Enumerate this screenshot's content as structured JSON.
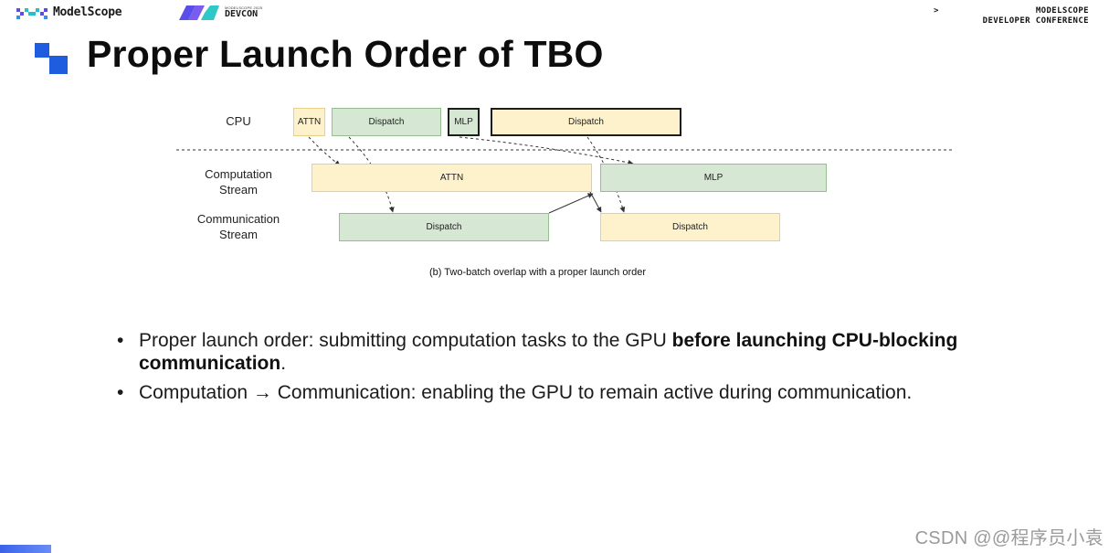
{
  "header": {
    "modelscope_logo": "ModelScope",
    "devcon_small": "MODELSCOPE 2025",
    "devcon_logo": "DEVCON",
    "conference_prompt": ">",
    "conference_line1": "MODELSCOPE",
    "conference_line2": "DEVELOPER CONFERENCE"
  },
  "slide": {
    "title": "Proper Launch Order of TBO"
  },
  "diagram": {
    "row_labels": {
      "cpu": "CPU",
      "computation": [
        "Computation",
        "Stream"
      ],
      "communication": [
        "Communication",
        "Stream"
      ]
    },
    "cpu_blocks": [
      "ATTN",
      "Dispatch",
      "MLP",
      "Dispatch"
    ],
    "computation_blocks": [
      "ATTN",
      "MLP"
    ],
    "communication_blocks": [
      "Dispatch",
      "Dispatch"
    ],
    "caption": "(b) Two-batch overlap with a proper launch order",
    "colors": {
      "yellow_fill": "#fdf2cc",
      "green_fill": "#d6e8d4"
    }
  },
  "bullets": [
    {
      "before": "Proper launch order: submitting computation tasks to the GPU ",
      "bold": "before launching CPU-blocking communication",
      "after": "."
    },
    {
      "before": "Computation → Communication: enabling the GPU to remain active during communication.",
      "bold": "",
      "after": ""
    }
  ],
  "watermark": "CSDN @@程序员小袁",
  "bullet_symbol": "•"
}
